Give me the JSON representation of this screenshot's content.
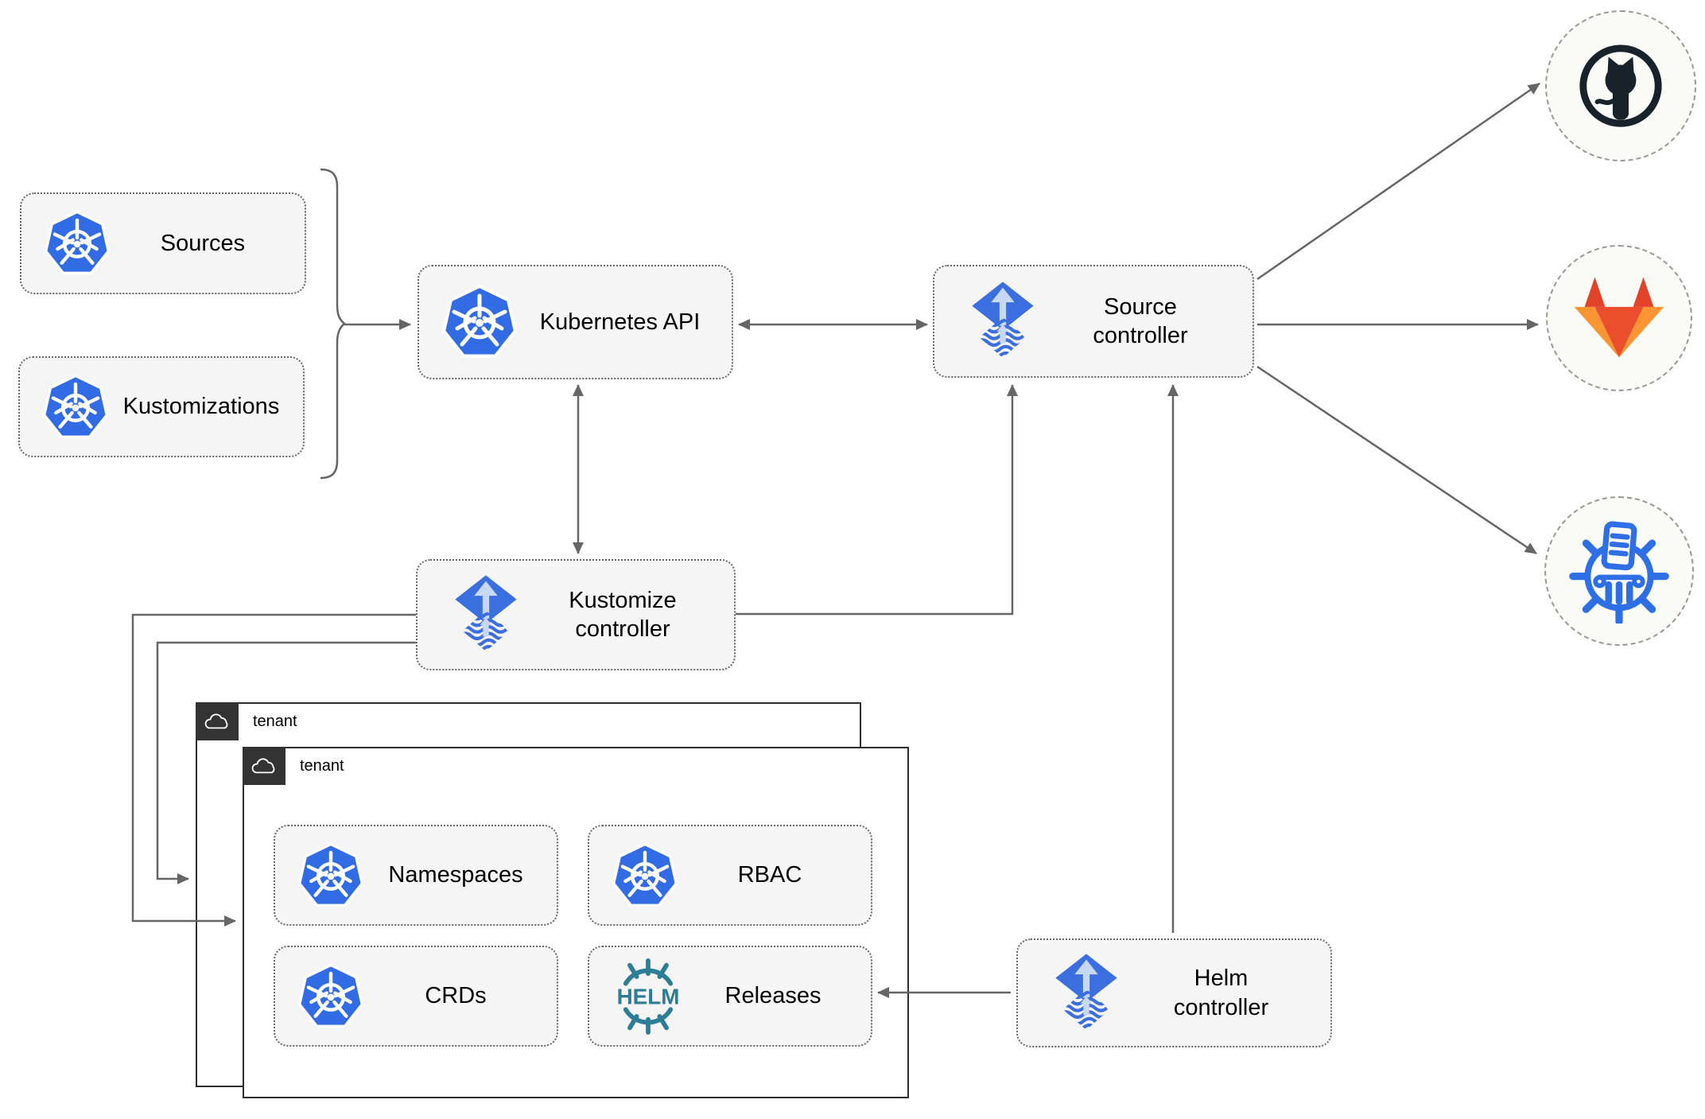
{
  "diagram": {
    "type": "flux-gitops-architecture",
    "nodes": {
      "sources": {
        "label": "Sources",
        "icon": "kubernetes-icon"
      },
      "kustomizations": {
        "label": "Kustomizations",
        "icon": "kubernetes-icon"
      },
      "kubernetes_api": {
        "label": "Kubernetes API",
        "icon": "kubernetes-icon"
      },
      "source_controller": {
        "lines": [
          "Source",
          "controller"
        ],
        "icon": "flux-icon"
      },
      "kustomize_controller": {
        "lines": [
          "Kustomize",
          "controller"
        ],
        "icon": "flux-icon"
      },
      "helm_controller": {
        "lines": [
          "Helm",
          "controller"
        ],
        "icon": "flux-icon"
      },
      "tenant_back": {
        "label": "tenant",
        "icon": "cloud-icon"
      },
      "tenant_front": {
        "label": "tenant",
        "icon": "cloud-icon"
      },
      "namespaces": {
        "label": "Namespaces",
        "icon": "kubernetes-icon"
      },
      "rbac": {
        "label": "RBAC",
        "icon": "kubernetes-icon"
      },
      "crds": {
        "label": "CRDs",
        "icon": "kubernetes-icon"
      },
      "releases": {
        "label": "Releases",
        "icon": "helm-icon",
        "helm_logo_text": "HELM"
      }
    },
    "badges": {
      "github": {
        "icon": "github-icon"
      },
      "gitlab": {
        "icon": "gitlab-icon"
      },
      "registry": {
        "icon": "chart-registry-icon"
      }
    },
    "edges": [
      {
        "from": "sources+kustomizations brace",
        "to": "kubernetes_api",
        "arrow": "end"
      },
      {
        "from": "kubernetes_api",
        "to": "source_controller",
        "arrow": "both"
      },
      {
        "from": "kubernetes_api",
        "to": "kustomize_controller",
        "arrow": "both"
      },
      {
        "from": "kustomize_controller",
        "to": "source_controller",
        "arrow": "end"
      },
      {
        "from": "kustomize_controller",
        "to": "tenant_front",
        "arrow": "end"
      },
      {
        "from": "kustomize_controller",
        "to": "tenant_back",
        "arrow": "end"
      },
      {
        "from": "helm_controller",
        "to": "source_controller",
        "arrow": "end"
      },
      {
        "from": "helm_controller",
        "to": "releases",
        "arrow": "end"
      },
      {
        "from": "source_controller",
        "to": "github",
        "arrow": "end"
      },
      {
        "from": "source_controller",
        "to": "gitlab",
        "arrow": "end"
      },
      {
        "from": "source_controller",
        "to": "registry",
        "arrow": "end"
      }
    ],
    "colors": {
      "node_fill": "#f5f5f5",
      "node_border": "#696969",
      "line": "#666666",
      "kubernetes_blue": "#326ce5",
      "flux_blue": "#3b6edf",
      "flux_light": "#c7d8f4",
      "helm_teal": "#2c7d95",
      "github_dark": "#17222b",
      "gitlab_red": "#e24329",
      "gitlab_orange": "#ea4e2c",
      "gitlab_light_orange": "#fb9432",
      "registry_blue": "#2f6fe6",
      "tenant_header": "#333333"
    }
  }
}
